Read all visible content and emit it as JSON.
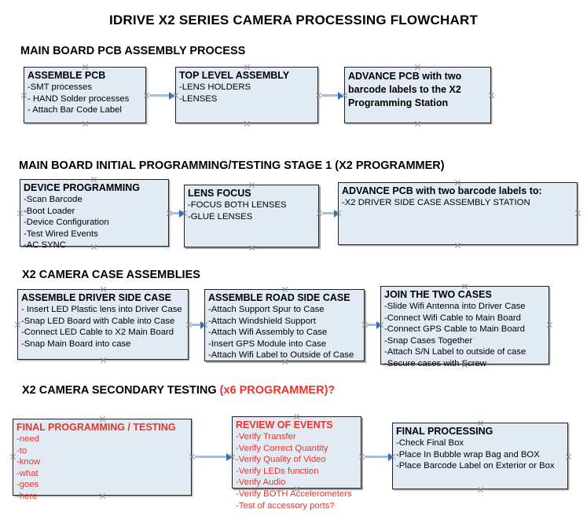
{
  "title": "IDRIVE X2  SERIES CAMERA PROCESSING FLOWCHART",
  "sections": [
    {
      "id": "s1",
      "label": "MAIN BOARD PCB ASSEMBLY PROCESS",
      "accent": ""
    },
    {
      "id": "s2",
      "label": "MAIN BOARD INITIAL PROGRAMMING/TESTING STAGE 1 (X2 PROGRAMMER)",
      "accent": ""
    },
    {
      "id": "s3",
      "label": "X2 CAMERA CASE ASSEMBLIES",
      "accent": ""
    },
    {
      "id": "s4",
      "label": "X2 CAMERA SECONDARY TESTING ",
      "accent": "(x6 PROGRAMMER)?"
    }
  ],
  "nodes": {
    "assemble_pcb": {
      "title": "ASSEMBLE PCB",
      "lines": [
        "-SMT processes",
        "- HAND Solder processes",
        "- Attach Bar Code Label"
      ]
    },
    "top_level_assembly": {
      "title": "TOP LEVEL ASSEMBLY",
      "lines": [
        "-LENS HOLDERS",
        "-LENSES"
      ]
    },
    "advance_pcb_station": {
      "title": "ADVANCE PCB with two barcode labels to the  X2 Programming Station",
      "lines": []
    },
    "device_programming": {
      "title": "DEVICE PROGRAMMING",
      "lines": [
        "-Scan Barcode",
        "-Boot Loader",
        "-Device Configuration",
        "-Test Wired Events",
        "-AC SYNC"
      ]
    },
    "lens_focus": {
      "title": "LENS FOCUS",
      "lines": [
        "-FOCUS BOTH LENSES",
        "-GLUE LENSES"
      ]
    },
    "advance_pcb_driver": {
      "title": "ADVANCE PCB with two barcode labels to:",
      "lines": [
        "-X2 DRIVER  SIDE  CASE  ASSEMBLY STATION"
      ]
    },
    "assemble_driver_side_case": {
      "title": "ASSEMBLE DRIVER SIDE CASE",
      "lines": [
        "- Insert LED Plastic lens into Driver Case",
        "-Snap LED Board with Cable into Case",
        "-Connect LED Cable to X2 Main Board",
        "-Snap Main Board into case"
      ]
    },
    "assemble_road_side_case": {
      "title": "ASSEMBLE ROAD SIDE CASE",
      "lines": [
        "-Attach Support Spur to Case",
        "-Attach Windshield Support",
        "-Attach Wifi Assembly to Case",
        "-Insert GPS Module into Case",
        "-Attach Wifi Label to Outside of Case"
      ]
    },
    "join_the_two_cases": {
      "title": "JOIN THE TWO CASES",
      "lines": [
        "-Slide Wifi Antenna into Driver Case",
        "-Connect Wifi Cable to Main Board",
        "-Connect GPS Cable to Main Board",
        "-Snap Cases Together",
        "-Attach S/N Label to outside of case",
        "-Secure cases with Screw"
      ]
    },
    "final_programming_testing": {
      "title": "FINAL PROGRAMMING / TESTING",
      "lines": [
        "-need",
        "-to",
        "-know",
        "-what",
        "-goes",
        "-here"
      ]
    },
    "review_of_events": {
      "title": "REVIEW OF EVENTS",
      "lines": [
        "-Verify Transfer",
        "-Verify Correct Quantity",
        "-Verify Quality of Video",
        "-Verify LEDs function",
        "-Verify Audio",
        "-Verify BOTH Accelerometers",
        "-Test of accessory ports?"
      ]
    },
    "final_processing": {
      "title": "FINAL PROCESSING",
      "lines": [
        " -Check Final Box",
        "-Place In Bubble wrap Bag and BOX",
        "-Place Barcode Label on Exterior or Box"
      ]
    }
  },
  "colors": {
    "node_fill": "#e2eaf4",
    "node_border": "#1f1f1f",
    "connector": "#a9bdd2",
    "arrow": "#2f6fc0",
    "accent_red": "#e8342a",
    "text": "#000000",
    "marker": "#8a8a8a"
  }
}
